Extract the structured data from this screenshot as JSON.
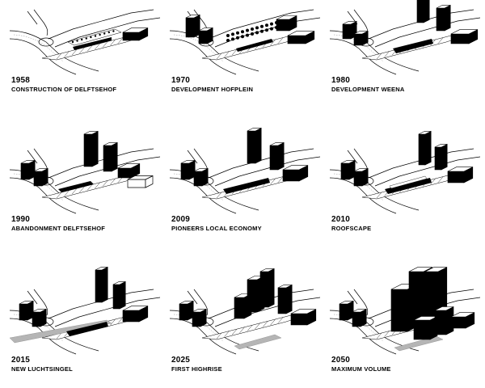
{
  "panels": [
    {
      "year": "1958",
      "caption": "CONSTRUCTION OF DELFTSEHOF"
    },
    {
      "year": "1970",
      "caption": "DEVELOPMENT HOFPLEIN"
    },
    {
      "year": "1980",
      "caption": "DEVELOPMENT WEENA"
    },
    {
      "year": "1990",
      "caption": "ABANDONMENT DELFTSEHOF"
    },
    {
      "year": "2009",
      "caption": "PIONEERS LOCAL ECONOMY"
    },
    {
      "year": "2010",
      "caption": "ROOFSCAPE"
    },
    {
      "year": "2015",
      "caption": "NEW LUCHTSINGEL"
    },
    {
      "year": "2025",
      "caption": "FIRST HIGHRISE"
    },
    {
      "year": "2050",
      "caption": "MAXIMUM VOLUME"
    }
  ]
}
